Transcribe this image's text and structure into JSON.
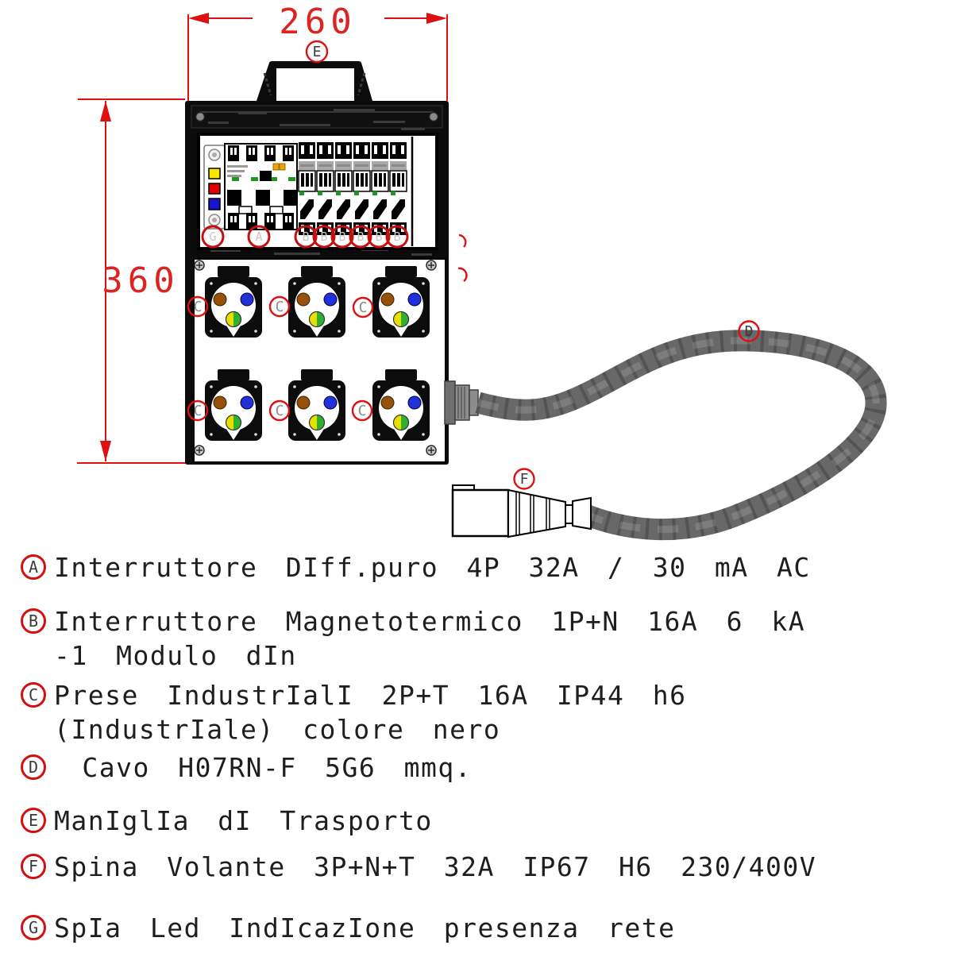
{
  "diagram": {
    "dim_width": "260",
    "dim_height": "360",
    "callouts": {
      "rcd": "A",
      "mcb": "B",
      "socket": "C",
      "cable": "D",
      "handle": "E",
      "plug": "F",
      "led": "G"
    },
    "colors": {
      "annotation_red": "#dd1111",
      "led_yellow": "#f7e600",
      "led_red": "#e00000",
      "led_blue": "#1515cc",
      "pin_brown": "#96520a",
      "pin_blue": "#2230d8",
      "earth_green": "#30b030",
      "earth_yellow": "#e6df00",
      "cable_gray": "#686868",
      "test_button_yellow": "#eda400",
      "breaker_green": "#1f961f"
    }
  },
  "legend": {
    "items": [
      {
        "key": "A",
        "lines": [
          "Interruttore DIff.puro 4P 32A / 30 mA AC"
        ]
      },
      {
        "key": "B",
        "lines": [
          "Interruttore Magnetotermico 1P+N 16A 6 kA",
          "-1 Modulo dIn"
        ]
      },
      {
        "key": "C",
        "lines": [
          "Prese IndustrIalI 2P+T 16A IP44 h6",
          "(IndustrIale) colore nero"
        ]
      },
      {
        "key": "D",
        "lines": [
          " Cavo H07RN-F 5G6 mmq."
        ]
      },
      {
        "key": "E",
        "lines": [
          "ManIglIa dI Trasporto"
        ]
      },
      {
        "key": "F",
        "lines": [
          "Spina Volante 3P+N+T 32A IP67 H6 230/400V"
        ]
      },
      {
        "key": "G",
        "lines": [
          "SpIa Led IndIcazIone presenza rete"
        ]
      }
    ]
  }
}
